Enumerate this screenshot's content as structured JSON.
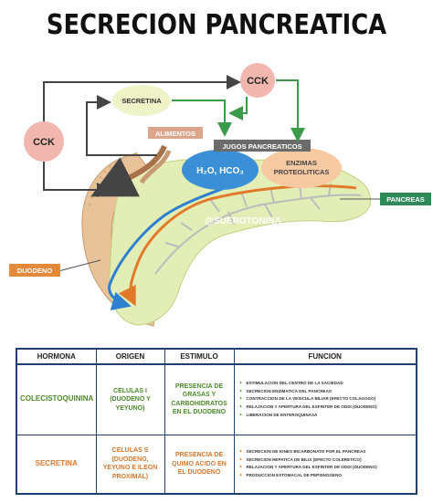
{
  "title": "SECRECION PANCREATICA",
  "labels": {
    "cck_top": "CCK",
    "cck_left": "CCK",
    "secretina": "SECRETINA",
    "alimentos": "ALIMENTOS",
    "jugos": "JUGOS PANCREATICOS",
    "h2o": "H₂O, HCO₃",
    "enzimas_1": "ENZIMAS",
    "enzimas_2": "PROTEOLITICAS",
    "pancreas": "PANCREAS",
    "duodeno": "DUODENO",
    "watermark": "@SUEROTONINA"
  },
  "colors": {
    "green_arrow": "#3a9c4a",
    "dark_arrow": "#444444",
    "cck_fill": "#f1b7ae",
    "secretina_fill": "#eef3c8",
    "blue_blob": "#3b8fd6",
    "orange_blob": "#f7c9a3",
    "pancreas_fill": "#e3eeb6",
    "duodenum_fill": "#e8c39a",
    "jugos_tag": "#6b6b6b",
    "pancreas_tag": "#2e8a57",
    "duodeno_tag": "#e4893a",
    "alimentos_tag": "#dca68a",
    "table_border": "#1f3f73"
  },
  "table": {
    "headers": [
      "HORMONA",
      "ORIGEN",
      "ESTIMULO",
      "FUNCION"
    ],
    "rows": [
      {
        "hormona": "COLECISTOQUININA",
        "origen": "CELULAS I (DUODENO Y YEYUNO)",
        "estimulo": "PRESENCIA DE GRASAS Y CARBOHIDRATOS EN EL DUODENO",
        "funcion": [
          "ESTIMULACION DEL CENTRO DE LA SACIEDAD",
          "SECRECION ENZIMATICA DEL PANCREAS",
          "CONTRACCION DE LA VESICULA BILIAR (EFECTO COLAGOGO)",
          "RELAJACION Y APERTURA DEL ESFINTER DE ODDI (DUODENO)",
          "LIBERACION DE ENTEROQUINASA"
        ]
      },
      {
        "hormona": "SECRETINA",
        "origen": "CELULAS S (DUODENO, YEYUNO E ILEON PROXIMAL)",
        "estimulo": "PRESENCIA DE QUIMO ACIDO EN EL DUODENO",
        "funcion": [
          "SECRECION DE IONES BICARBONATO POR EL PANCREAS",
          "SECRECION HEPATICA DE BILIS (EFECTO COLERETICO)",
          "RELAJACION Y APERTURA DEL ESFINTER DE ODDI (DUODENO)",
          "PRODUCCION ESTOMACAL DE PEPSINOGENO"
        ]
      }
    ]
  }
}
